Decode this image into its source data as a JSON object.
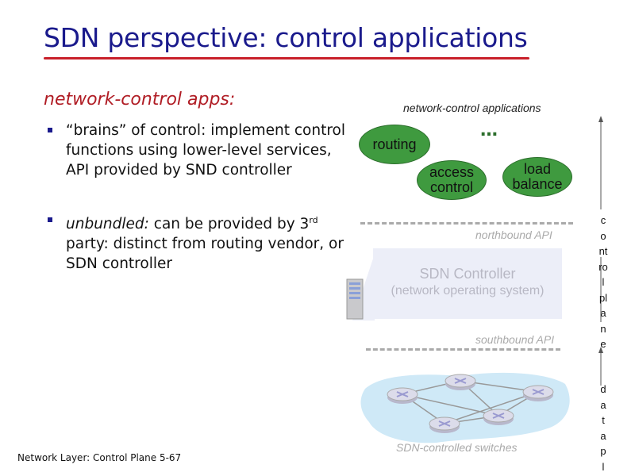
{
  "slide": {
    "title": "SDN perspective: control applications",
    "subheading": "network-control apps:",
    "bullets": [
      {
        "text": "“brains” of control: implement control functions using lower-level services, API provided by SND controller"
      },
      {
        "emphasis": "unbundled:",
        "text_a": " can be provided by 3",
        "sup": "rd",
        "text_b": " party: distinct from routing vendor, or SDN controller"
      }
    ],
    "footer": "Network Layer: Control Plane 5-67"
  },
  "diagram": {
    "apps_label": "network-control applications",
    "apps": [
      "routing",
      "access control",
      "load balance"
    ],
    "ellipsis": "…",
    "northbound": "northbound API",
    "controller_title": "SDN Controller",
    "controller_sub": "(network operating system)",
    "southbound": "southbound API",
    "switches_label": "SDN-controlled switches",
    "control_plane_letters": [
      "c",
      "o",
      "nt",
      "ro",
      "l",
      "pl",
      "a",
      "n",
      "e"
    ],
    "data_plane_letters": [
      "d",
      "a",
      "t",
      "a",
      "p",
      "l"
    ],
    "colors": {
      "app_fill": "#3f9a3f",
      "title": "#1a1a8c",
      "accent": "#c8202a"
    }
  }
}
